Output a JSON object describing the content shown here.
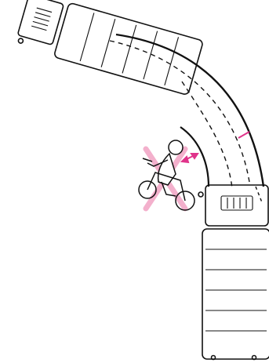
{
  "figure": {
    "subject": "truck-turn-blind-spot-illustration",
    "colors": {
      "background": "#ffffff",
      "line": "#111111",
      "gap_marker": "#e0338a",
      "warning_x": "#f2a3c4"
    },
    "elements": [
      {
        "name": "front-vehicle-unit",
        "kind": "vehicle-body"
      },
      {
        "name": "rear-vehicle-unit",
        "kind": "vehicle-body"
      },
      {
        "name": "outer-turn-path",
        "kind": "solid-line"
      },
      {
        "name": "inner-turn-path",
        "kind": "dashed-line"
      },
      {
        "name": "motorcycle-rider",
        "kind": "figure"
      },
      {
        "name": "blind-spot-warning-x",
        "kind": "marker"
      }
    ]
  }
}
